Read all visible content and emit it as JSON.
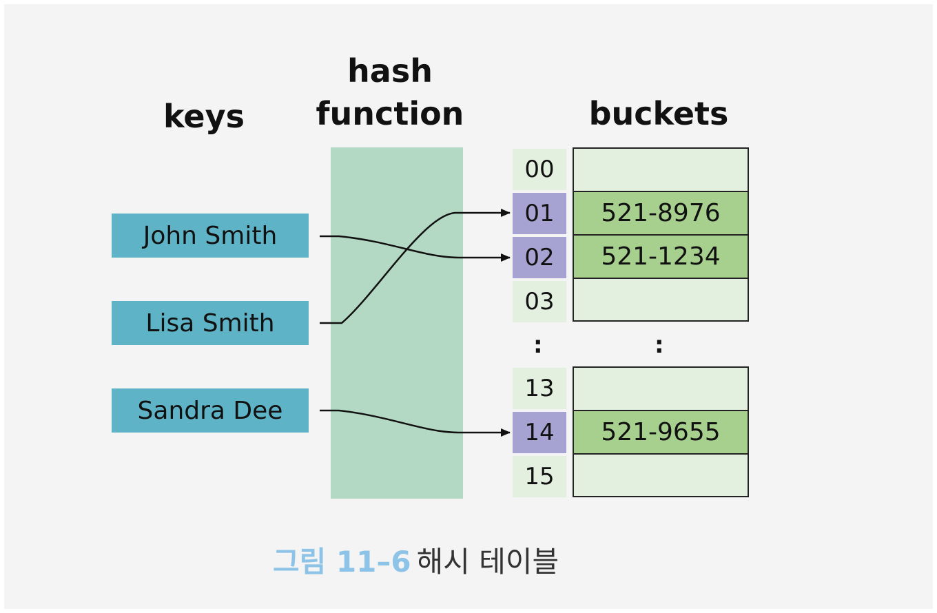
{
  "headings": {
    "keys": "keys",
    "hash_line1": "hash",
    "hash_line2": "function",
    "buckets": "buckets"
  },
  "keys": [
    "John Smith",
    "Lisa Smith",
    "Sandra Dee"
  ],
  "buckets": [
    {
      "index": "00",
      "value": ""
    },
    {
      "index": "01",
      "value": "521-8976"
    },
    {
      "index": "02",
      "value": "521-1234"
    },
    {
      "index": "03",
      "value": ""
    },
    {
      "index": "13",
      "value": ""
    },
    {
      "index": "14",
      "value": "521-9655"
    },
    {
      "index": "15",
      "value": ""
    }
  ],
  "ellipsis": ":",
  "mappings": [
    {
      "key": "John Smith",
      "bucket": "02"
    },
    {
      "key": "Lisa Smith",
      "bucket": "01"
    },
    {
      "key": "Sandra Dee",
      "bucket": "14"
    }
  ],
  "caption": {
    "label": "그림 11–6",
    "text": "해시 테이블"
  },
  "colors": {
    "key_fill": "#5fb3c6",
    "hash_band": "#b3d8c3",
    "slot_empty": "#e3efdf",
    "slot_filled": "#a7d08e",
    "index_hit": "#a6a3d2",
    "caption_label": "#8cc3e6"
  }
}
